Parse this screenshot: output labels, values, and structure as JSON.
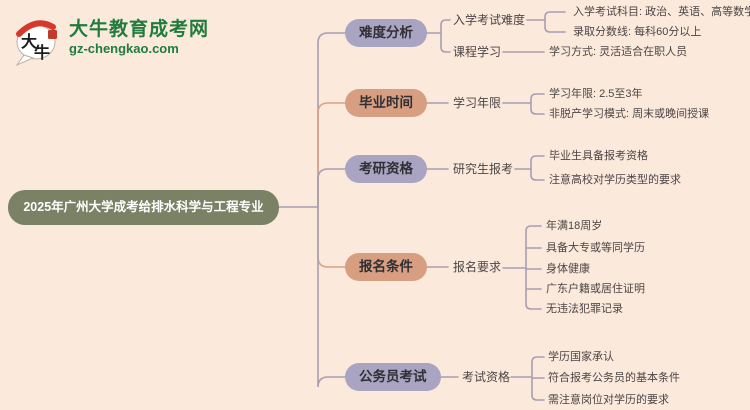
{
  "logo": {
    "bubble_text_top": "大",
    "bubble_text_bottom": "牛",
    "site_name": "大牛教育成考网",
    "site_url": "gz-chengkao.com"
  },
  "root": {
    "title": "2025年广州大学成考给排水科学与工程专业"
  },
  "colors": {
    "background": "#fbe9dc",
    "title_node_bg": "#7a8165",
    "title_node_text": "#ffffff",
    "purple_node_bg": "#a9a4c2",
    "salmon_node_bg": "#d89e82",
    "node_text": "#302f33",
    "branch_text": "#4c4545",
    "connector_gray": "#a79eb3",
    "connector_salmon": "#daa287",
    "logo_green": "#1f7c3c",
    "logo_red": "#d6382c"
  },
  "mindmap": {
    "branches": [
      {
        "label": "难度分析",
        "children": [
          {
            "label": "入学考试难度",
            "leaves": [
              "入学考试科目: 政治、英语、高等数学",
              "录取分数线: 每科60分以上"
            ]
          },
          {
            "label": "课程学习",
            "leaves": [
              "学习方式: 灵活适合在职人员"
            ]
          }
        ]
      },
      {
        "label": "毕业时间",
        "children": [
          {
            "label": "学习年限",
            "leaves": [
              "学习年限: 2.5至3年",
              "非脱产学习模式: 周末或晚间授课"
            ]
          }
        ]
      },
      {
        "label": "考研资格",
        "children": [
          {
            "label": "研究生报考",
            "leaves": [
              "毕业生具备报考资格",
              "注意高校对学历类型的要求"
            ]
          }
        ]
      },
      {
        "label": "报名条件",
        "children": [
          {
            "label": "报名要求",
            "leaves": [
              "年满18周岁",
              "具备大专或等同学历",
              "身体健康",
              "广东户籍或居住证明",
              "无违法犯罪记录"
            ]
          }
        ]
      },
      {
        "label": "公务员考试",
        "children": [
          {
            "label": "考试资格",
            "leaves": [
              "学历国家承认",
              "符合报考公务员的基本条件",
              "需注意岗位对学历的要求"
            ]
          }
        ]
      }
    ]
  }
}
